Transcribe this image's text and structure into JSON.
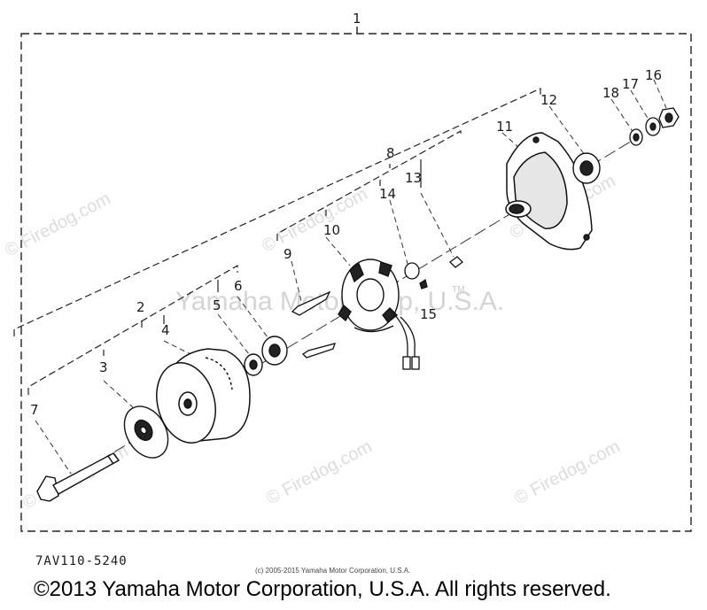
{
  "diagram": {
    "assembly_label": "1",
    "parts": [
      {
        "id": "p2",
        "label": "2"
      },
      {
        "id": "p3",
        "label": "3"
      },
      {
        "id": "p4",
        "label": "4"
      },
      {
        "id": "p5",
        "label": "5"
      },
      {
        "id": "p6",
        "label": "6"
      },
      {
        "id": "p7",
        "label": "7"
      },
      {
        "id": "p8",
        "label": "8"
      },
      {
        "id": "p9",
        "label": "9"
      },
      {
        "id": "p10",
        "label": "10"
      },
      {
        "id": "p11",
        "label": "11"
      },
      {
        "id": "p12",
        "label": "12"
      },
      {
        "id": "p13",
        "label": "13"
      },
      {
        "id": "p14",
        "label": "14"
      },
      {
        "id": "p15",
        "label": "15"
      },
      {
        "id": "p16",
        "label": "16"
      },
      {
        "id": "p17",
        "label": "17"
      },
      {
        "id": "p18",
        "label": "18"
      }
    ]
  },
  "watermarks": {
    "firedog": "© Firedog.com",
    "yamaha": "Yamaha Motor Corp, U.S.A.",
    "trademark": "TM"
  },
  "footer": {
    "diagram_code": "7AV110-5240",
    "small_copyright": "(c) 2005-2015 Yamaha Motor Corporation, U.S.A.",
    "copyright": "©2013 Yamaha Motor Corporation, U.S.A. All rights reserved."
  }
}
